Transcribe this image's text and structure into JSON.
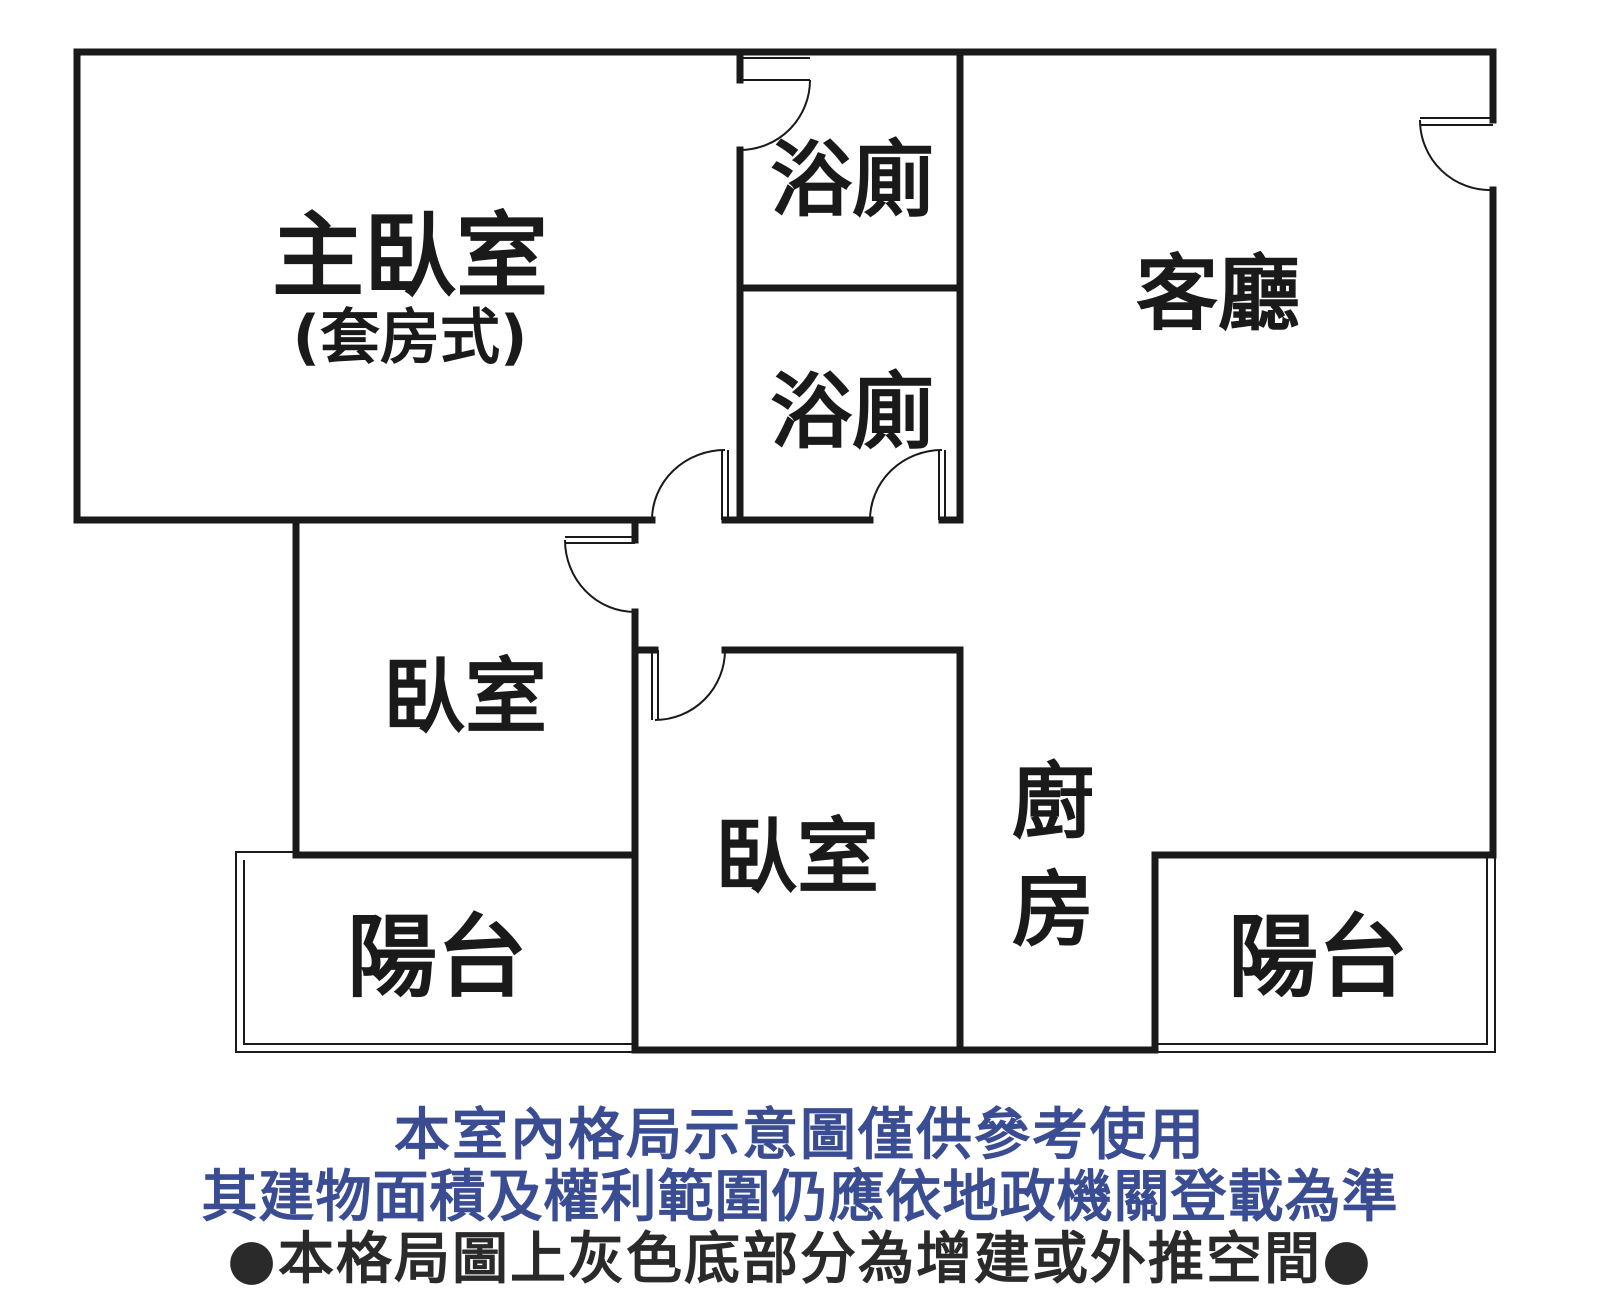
{
  "rooms": {
    "master_bedroom": "主臥室",
    "master_bedroom_note": "(套房式)",
    "bathroom_1": "浴廁",
    "bathroom_2": "浴廁",
    "living_room": "客廳",
    "bedroom_1": "臥室",
    "bedroom_2": "臥室",
    "kitchen_1": "廚",
    "kitchen_2": "房",
    "balcony_left": "陽台",
    "balcony_right": "陽台"
  },
  "notes": {
    "line1": "本室內格局示意圖僅供參考使用",
    "line2": "其建物面積及權利範圍仍應依地政機關登載為準",
    "line3": "●本格局圖上灰色底部分為增建或外推空間●"
  },
  "colors": {
    "wall": "#1a1a1a",
    "note_blue": "#3b4d92",
    "note_dark": "#2a2a2a"
  }
}
